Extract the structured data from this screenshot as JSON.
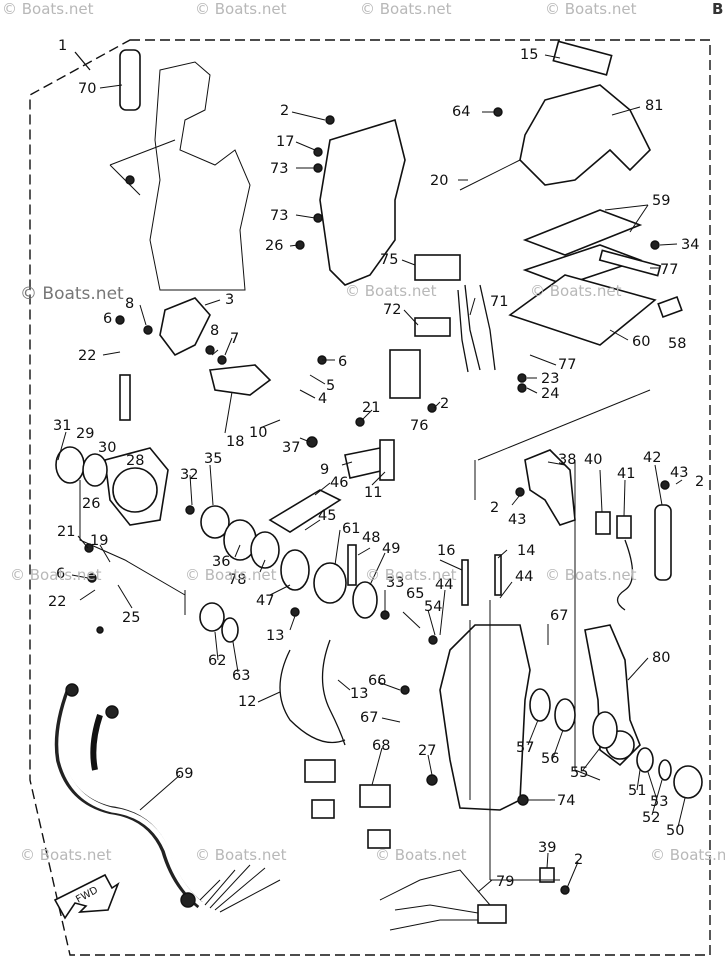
{
  "watermark": {
    "text": "© Boats.net",
    "corner_char": "B"
  },
  "callouts": [
    {
      "id": "c1",
      "label": "1"
    },
    {
      "id": "c70",
      "label": "70"
    },
    {
      "id": "c15",
      "label": "15"
    },
    {
      "id": "c81",
      "label": "81"
    },
    {
      "id": "c64",
      "label": "64"
    },
    {
      "id": "c2a",
      "label": "2"
    },
    {
      "id": "c17",
      "label": "17"
    },
    {
      "id": "c73a",
      "label": "73"
    },
    {
      "id": "c20",
      "label": "20"
    },
    {
      "id": "c59",
      "label": "59"
    },
    {
      "id": "c34",
      "label": "34"
    },
    {
      "id": "c73b",
      "label": "73"
    },
    {
      "id": "c26a",
      "label": "26"
    },
    {
      "id": "c75",
      "label": "75"
    },
    {
      "id": "c77a",
      "label": "77"
    },
    {
      "id": "c3",
      "label": "3"
    },
    {
      "id": "c8a",
      "label": "8"
    },
    {
      "id": "c6a",
      "label": "6"
    },
    {
      "id": "c72",
      "label": "72"
    },
    {
      "id": "c71",
      "label": "71"
    },
    {
      "id": "c60",
      "label": "60"
    },
    {
      "id": "c58",
      "label": "58"
    },
    {
      "id": "c8b",
      "label": "8"
    },
    {
      "id": "c7",
      "label": "7"
    },
    {
      "id": "c22a",
      "label": "22"
    },
    {
      "id": "c6b",
      "label": "6"
    },
    {
      "id": "c5",
      "label": "5"
    },
    {
      "id": "c4",
      "label": "4"
    },
    {
      "id": "c77b",
      "label": "77"
    },
    {
      "id": "c23",
      "label": "23"
    },
    {
      "id": "c24",
      "label": "24"
    },
    {
      "id": "c21a",
      "label": "21"
    },
    {
      "id": "c2b",
      "label": "2"
    },
    {
      "id": "c76",
      "label": "76"
    },
    {
      "id": "c18",
      "label": "18"
    },
    {
      "id": "c10",
      "label": "10"
    },
    {
      "id": "c37",
      "label": "37"
    },
    {
      "id": "c31",
      "label": "31"
    },
    {
      "id": "c29",
      "label": "29"
    },
    {
      "id": "c30",
      "label": "30"
    },
    {
      "id": "c28",
      "label": "28"
    },
    {
      "id": "c32",
      "label": "32"
    },
    {
      "id": "c35",
      "label": "35"
    },
    {
      "id": "c9",
      "label": "9"
    },
    {
      "id": "c11",
      "label": "11"
    },
    {
      "id": "c38",
      "label": "38"
    },
    {
      "id": "c40",
      "label": "40"
    },
    {
      "id": "c41",
      "label": "41"
    },
    {
      "id": "c42",
      "label": "42"
    },
    {
      "id": "c43a",
      "label": "43"
    },
    {
      "id": "c2c",
      "label": "2"
    },
    {
      "id": "c46",
      "label": "46"
    },
    {
      "id": "c26b",
      "label": "26"
    },
    {
      "id": "c2d",
      "label": "2"
    },
    {
      "id": "c43b",
      "label": "43"
    },
    {
      "id": "c45",
      "label": "45"
    },
    {
      "id": "c61",
      "label": "61"
    },
    {
      "id": "c48",
      "label": "48"
    },
    {
      "id": "c49",
      "label": "49"
    },
    {
      "id": "c16",
      "label": "16"
    },
    {
      "id": "c14",
      "label": "14"
    },
    {
      "id": "c21b",
      "label": "21"
    },
    {
      "id": "c19",
      "label": "19"
    },
    {
      "id": "c36",
      "label": "36"
    },
    {
      "id": "c78",
      "label": "78"
    },
    {
      "id": "c6c",
      "label": "6"
    },
    {
      "id": "c22b",
      "label": "22"
    },
    {
      "id": "c47",
      "label": "47"
    },
    {
      "id": "c33",
      "label": "33"
    },
    {
      "id": "c44a",
      "label": "44"
    },
    {
      "id": "c44b",
      "label": "44"
    },
    {
      "id": "c65",
      "label": "65"
    },
    {
      "id": "c25",
      "label": "25"
    },
    {
      "id": "c54",
      "label": "54"
    },
    {
      "id": "c67a",
      "label": "67"
    },
    {
      "id": "c13a",
      "label": "13"
    },
    {
      "id": "c62",
      "label": "62"
    },
    {
      "id": "c63",
      "label": "63"
    },
    {
      "id": "c80",
      "label": "80"
    },
    {
      "id": "c66",
      "label": "66"
    },
    {
      "id": "c12",
      "label": "12"
    },
    {
      "id": "c13b",
      "label": "13"
    },
    {
      "id": "c67b",
      "label": "67"
    },
    {
      "id": "c57",
      "label": "57"
    },
    {
      "id": "c56",
      "label": "56"
    },
    {
      "id": "c55",
      "label": "55"
    },
    {
      "id": "c68",
      "label": "68"
    },
    {
      "id": "c27",
      "label": "27"
    },
    {
      "id": "c69",
      "label": "69"
    },
    {
      "id": "c51",
      "label": "51"
    },
    {
      "id": "c53",
      "label": "53"
    },
    {
      "id": "c74",
      "label": "74"
    },
    {
      "id": "c52",
      "label": "52"
    },
    {
      "id": "c50",
      "label": "50"
    },
    {
      "id": "c39",
      "label": "39"
    },
    {
      "id": "c2e",
      "label": "2"
    },
    {
      "id": "c79",
      "label": "79"
    }
  ],
  "fwd_label": "FWD"
}
